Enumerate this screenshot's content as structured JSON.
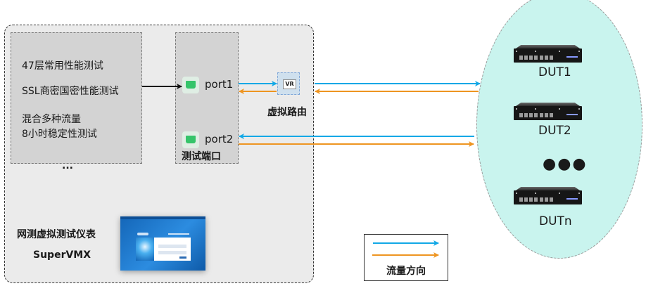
{
  "colors": {
    "flow_blue": "#12a8e6",
    "flow_orange": "#ee9521",
    "dut_zone": "#c9f4ee",
    "panel_gray": "#d3d3d3",
    "outer_gray": "#ebebeb"
  },
  "tester": {
    "product_name": "网测虚拟测试仪表",
    "product_model": "SuperVMX",
    "screenshot_icon": "app-login-screenshot"
  },
  "test_types": [
    {
      "label": "47层常用性能测试"
    },
    {
      "label": "SSL商密国密性能测试"
    },
    {
      "label": "混合多种流量"
    },
    {
      "label": "8小时稳定性测试"
    },
    {
      "label": "..."
    }
  ],
  "ports": {
    "title": "测试端口",
    "items": [
      {
        "label": "port1",
        "icon": "ethernet-port-icon"
      },
      {
        "label": "port2",
        "icon": "ethernet-port-icon"
      }
    ]
  },
  "virtual_router": {
    "tag": "VR",
    "label": "虚拟路由"
  },
  "duts": [
    {
      "label": "DUT1"
    },
    {
      "label": "DUT2"
    },
    {
      "label": "DUTn"
    }
  ],
  "dut_more": "●●●",
  "legend": {
    "label": "流量方向"
  }
}
